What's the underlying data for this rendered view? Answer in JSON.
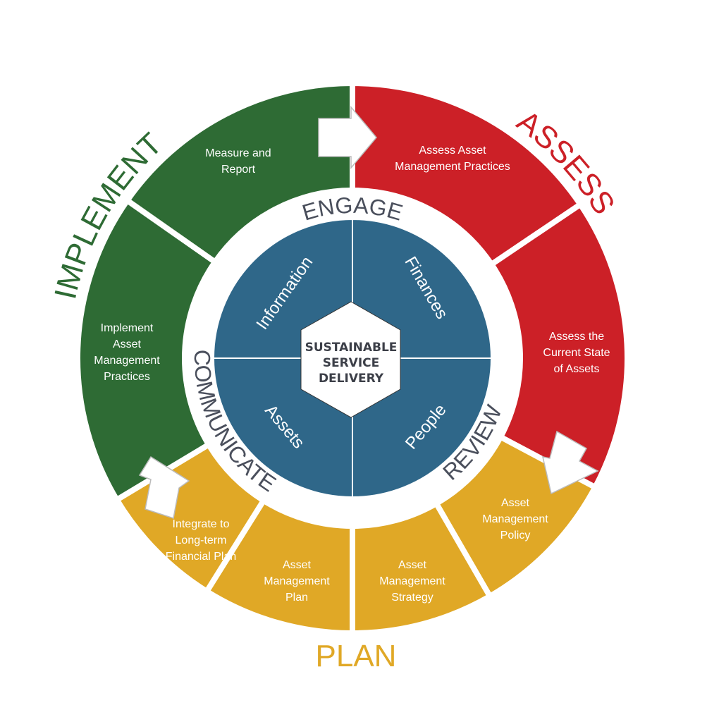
{
  "colors": {
    "assess": "#cc2027",
    "plan": "#e0a826",
    "implement": "#2e6b34",
    "core": "#2f6789",
    "ring_text": "#4a4f5c"
  },
  "phases": {
    "assess": "ASSESS",
    "plan": "PLAN",
    "implement": "IMPLEMENT"
  },
  "ring": {
    "engage": "ENGAGE",
    "communicate": "COMMUNICATE",
    "review": "REVIEW"
  },
  "core": {
    "information": "Information",
    "finances": "Finances",
    "assets": "Assets",
    "people": "People"
  },
  "hub": [
    "SUSTAINABLE",
    "SERVICE",
    "DELIVERY"
  ],
  "segments": {
    "assess_practices": [
      "Assess Asset",
      "Management Practices"
    ],
    "current_state": [
      "Assess the",
      "Current State",
      "of Assets"
    ],
    "policy": [
      "Asset",
      "Management",
      "Policy"
    ],
    "strategy": [
      "Asset",
      "Management",
      "Strategy"
    ],
    "am_plan": [
      "Asset",
      "Management",
      "Plan"
    ],
    "financial_plan": [
      "Integrate to",
      "Long-term",
      "Financial Plan"
    ],
    "implement_practices": [
      "Implement",
      "Asset",
      "Management",
      "Practices"
    ],
    "measure": [
      "Measure and",
      "Report"
    ]
  }
}
